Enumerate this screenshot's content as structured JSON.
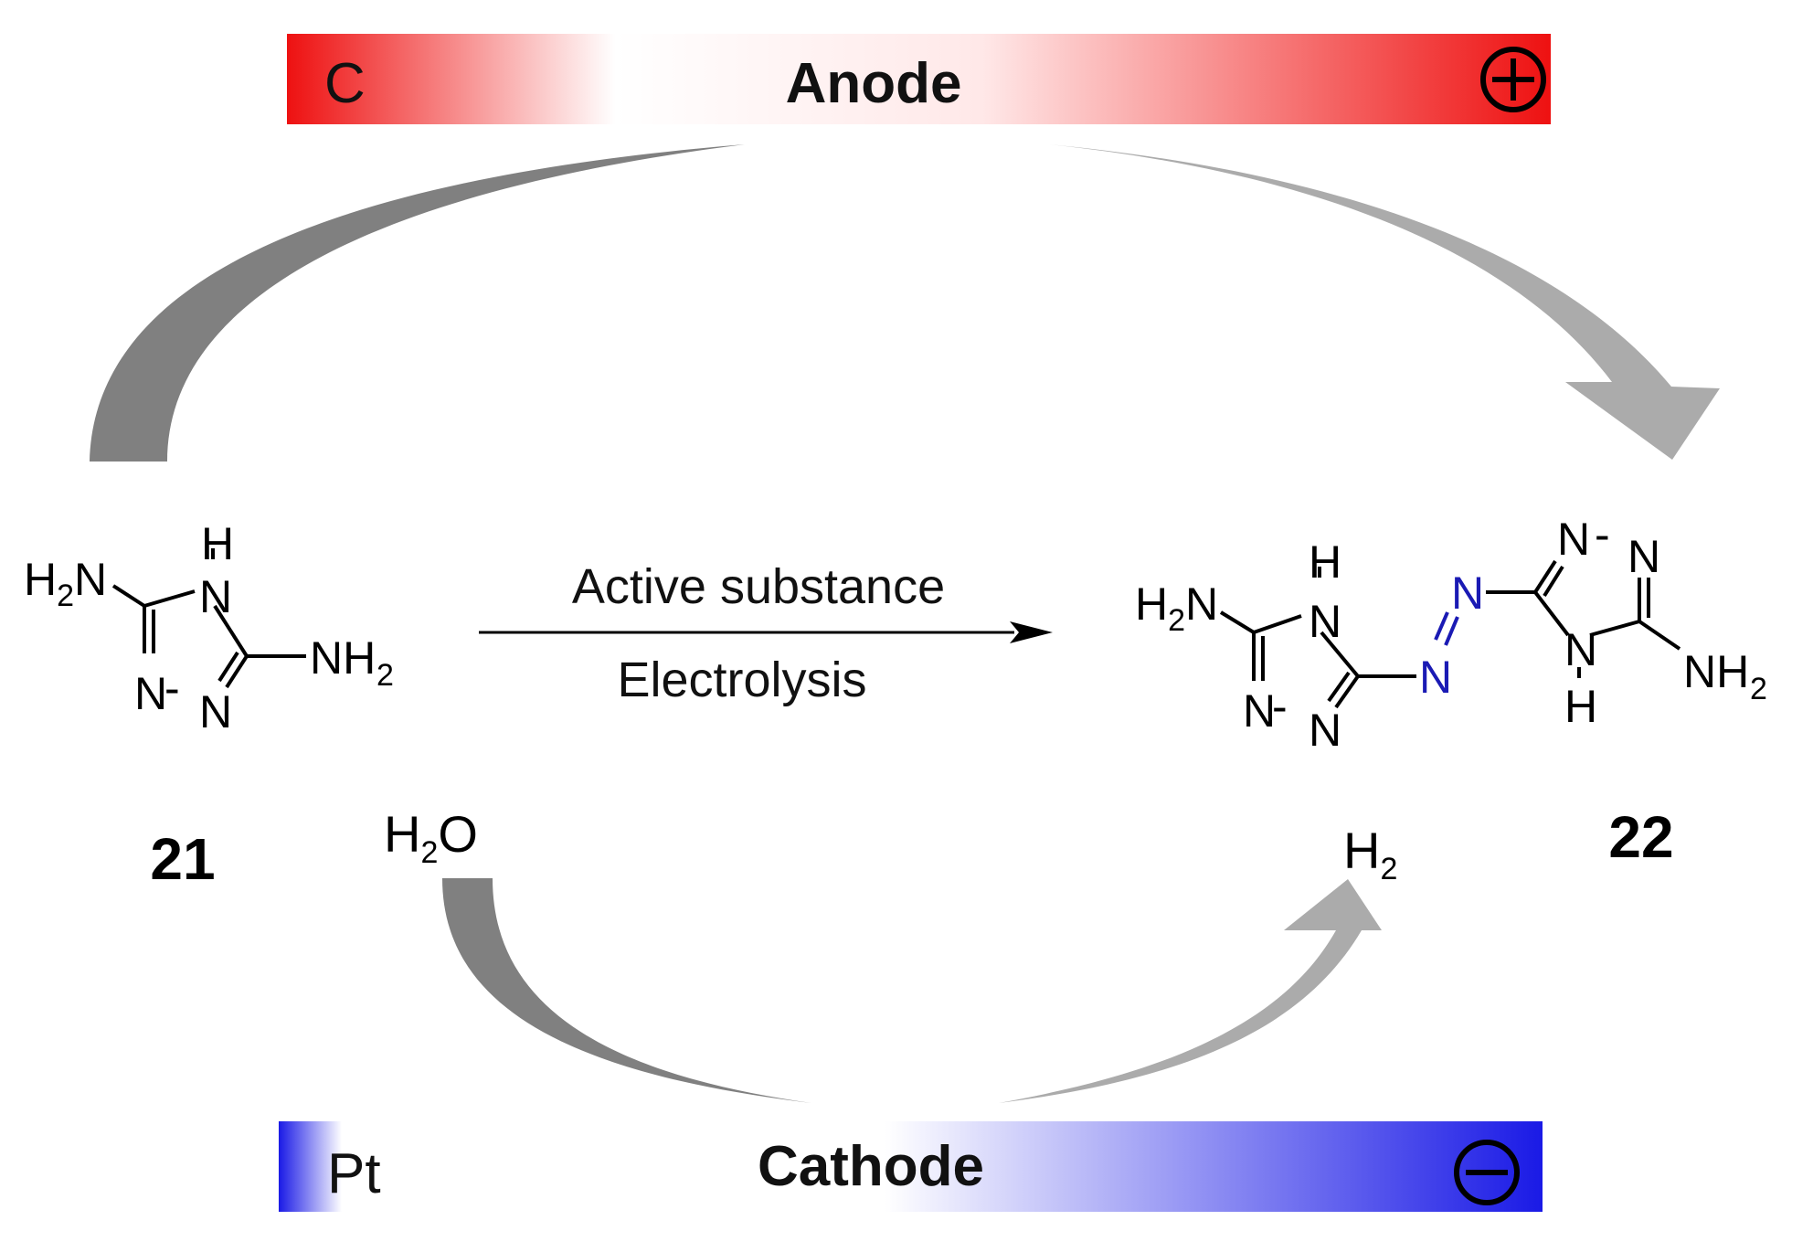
{
  "colors": {
    "anode": "#ee1111",
    "cathode": "#1a1ae6",
    "arrow_dark": "#808080",
    "arrow_light": "#ababab",
    "azo": "#1a1ab4"
  },
  "anode": {
    "material": "C",
    "label": "Anode",
    "sign_icon": "plus-circle-icon"
  },
  "cathode": {
    "material": "Pt",
    "label": "Cathode",
    "sign_icon": "minus-circle-icon"
  },
  "reaction": {
    "condition_top": "Active substance",
    "condition_bottom": "Electrolysis"
  },
  "compounds": {
    "reactant_number": "21",
    "product_number": "22"
  },
  "cathode_cycle": {
    "reactant": "H",
    "reactant_sub": "2",
    "reactant_tail": "O",
    "product": "H",
    "product_sub": "2"
  },
  "atoms": {
    "H": "H",
    "N": "N",
    "NH": "NH",
    "H2N_H": "H",
    "H2N_tail": "N",
    "sub2": "2",
    "dash": "-"
  }
}
